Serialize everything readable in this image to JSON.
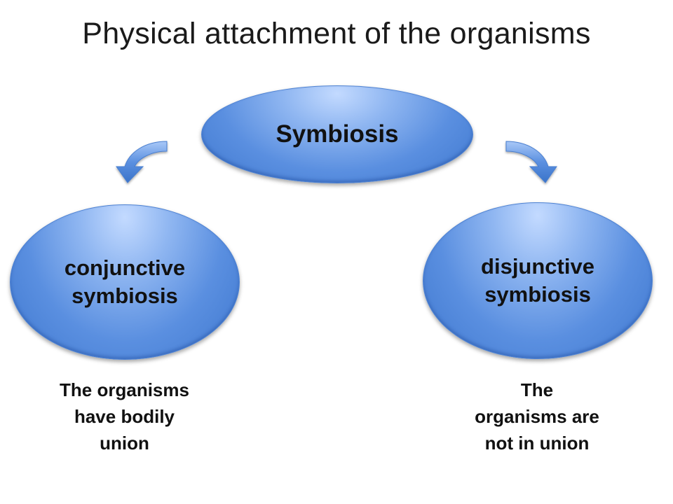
{
  "title": "Physical attachment of the organisms",
  "root": {
    "label": "Symbiosis"
  },
  "branches": [
    {
      "label_line1": "conjunctive",
      "label_line2": "symbiosis",
      "description_lines": [
        "The organisms",
        "have bodily",
        "union"
      ]
    },
    {
      "label_line1": "disjunctive",
      "label_line2": "symbiosis",
      "description_lines": [
        "The",
        "organisms are",
        "not in union"
      ]
    }
  ],
  "colors": {
    "node_fill": "#5a8fe0",
    "node_highlight": "#c3daff",
    "arrow_fill": "#5b90e0",
    "text": "#111111"
  },
  "icons": [
    "curved-arrow-left-icon",
    "curved-arrow-right-icon"
  ]
}
